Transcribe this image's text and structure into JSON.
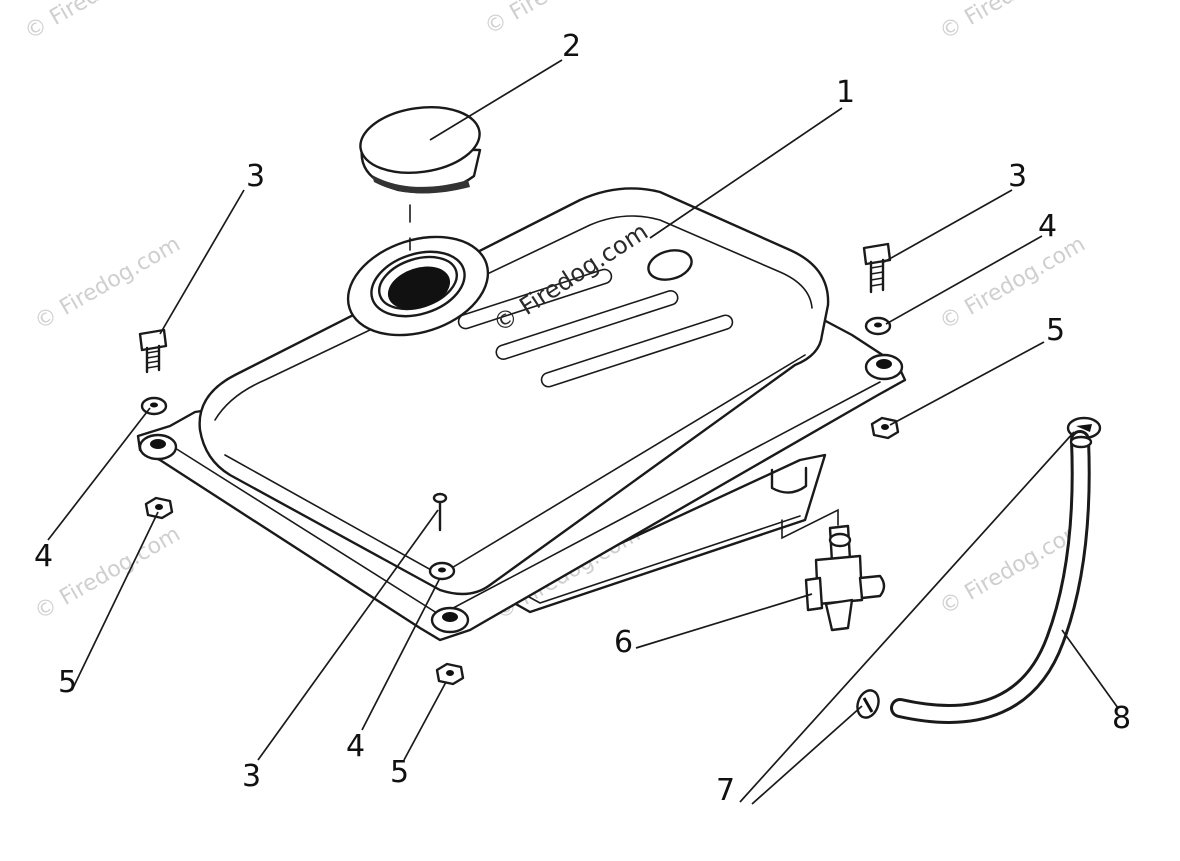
{
  "watermark": {
    "text": "© Firedog.com",
    "center_text": "© Firedog.com"
  },
  "callouts": {
    "c1": "1",
    "c2": "2",
    "c3_left": "3",
    "c3_right": "3",
    "c3_bottom": "3",
    "c4_left": "4",
    "c4_right": "4",
    "c4_bottom": "4",
    "c5_left": "5",
    "c5_right": "5",
    "c5_bottom": "5",
    "c6": "6",
    "c7": "7",
    "c8": "8"
  }
}
